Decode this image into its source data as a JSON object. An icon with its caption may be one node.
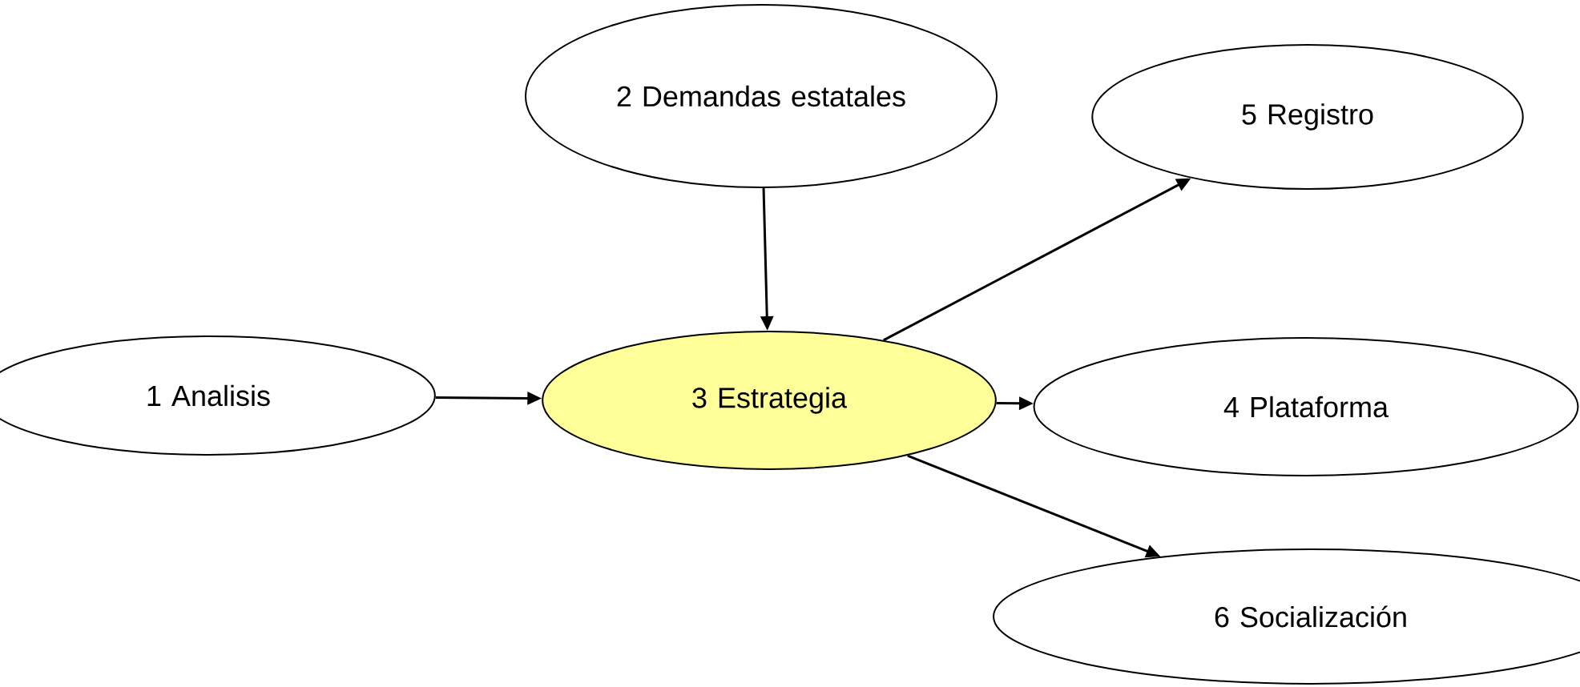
{
  "diagram": {
    "nodes": [
      {
        "text": [
          "1 Analisis"
        ]
      },
      {
        "text": [
          "2 Demandas estatales"
        ]
      },
      {
        "text": [
          "3 Estrategia"
        ]
      },
      {
        "text": [
          "4 Plataforma"
        ]
      },
      {
        "text": [
          "5 Registro"
        ]
      },
      {
        "text": [
          "6 Socialización"
        ]
      }
    ],
    "edges": [
      {
        "from": 0,
        "to": 2,
        "arrow": "to"
      },
      {
        "from": 1,
        "to": 2,
        "arrow": "to"
      },
      {
        "from": 2,
        "to": 4,
        "arrow": "to"
      },
      {
        "from": 2,
        "to": 3,
        "arrow": "to"
      },
      {
        "from": 2,
        "to": 5,
        "arrow": "to"
      }
    ]
  }
}
